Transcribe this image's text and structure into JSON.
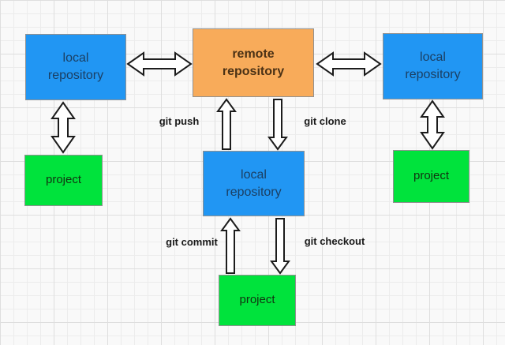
{
  "nodes": {
    "local_repository_left": {
      "label": "local repository"
    },
    "remote_repository": {
      "label": "remote repository"
    },
    "local_repository_right": {
      "label": "local repository"
    },
    "local_repository_center": {
      "label": "local repository"
    },
    "project_left": {
      "label": "project"
    },
    "project_right": {
      "label": "project"
    },
    "project_bottom": {
      "label": "project"
    }
  },
  "edge_labels": {
    "git_push": "git push",
    "git_clone": "git clone",
    "git_commit": "git commit",
    "git_checkout": "git checkout"
  },
  "colors": {
    "node_blue": "#2196f3",
    "node_orange": "#f8ab5a",
    "node_green": "#00e33c",
    "node_border": "#919191",
    "text_blue_node": "#1b3f63",
    "text_orange_node": "#4a3115",
    "text_green_node": "#113311",
    "edge_label_color": "#1a1a1a",
    "arrow_fill": "#ffffff",
    "arrow_stroke": "#1c1c1c",
    "bg": "#f9f9f9",
    "grid_minor": "#ececec",
    "grid_major": "#dedede"
  }
}
